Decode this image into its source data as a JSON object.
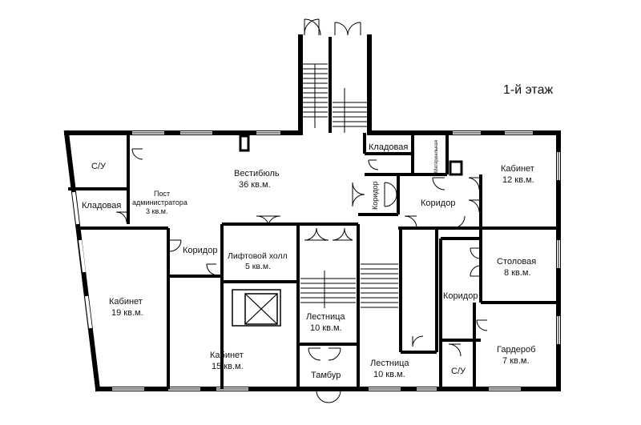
{
  "floor_title": "1-й этаж",
  "rooms": {
    "su_top": {
      "name": "С/У"
    },
    "post": {
      "line1": "Пост",
      "line2": "администратора",
      "area": "3 кв.м."
    },
    "storage_left": {
      "name": "Кладовая"
    },
    "vestibule": {
      "name": "Вестибюль",
      "area": "36 кв.м."
    },
    "storage_top": {
      "name": "Кладовая"
    },
    "material": {
      "name": "Материальная"
    },
    "office_12": {
      "name": "Кабинет",
      "area": "12 кв.м."
    },
    "corridor_small": {
      "name": "Коридор"
    },
    "corridor_mid": {
      "name": "Коридор"
    },
    "corridor_left": {
      "name": "Коридор"
    },
    "lift_hall": {
      "name": "Лифтовой холл",
      "area": "5 кв.м."
    },
    "office_19": {
      "name": "Кабинет",
      "area": "19 кв.м."
    },
    "dining": {
      "name": "Столовая",
      "area": "8 кв.м."
    },
    "corridor_right": {
      "name": "Коридор"
    },
    "stairs_a": {
      "name": "Лестница",
      "area": "10 кв.м."
    },
    "office_15": {
      "name": "Кабинет",
      "area": "15 кв.м."
    },
    "wardrobe": {
      "name": "Гардероб",
      "area": "7 кв.м."
    },
    "tambur": {
      "name": "Тамбур"
    },
    "stairs_b": {
      "name": "Лестница",
      "area": "10 кв.м."
    },
    "su_bottom": {
      "name": "С/У"
    }
  }
}
